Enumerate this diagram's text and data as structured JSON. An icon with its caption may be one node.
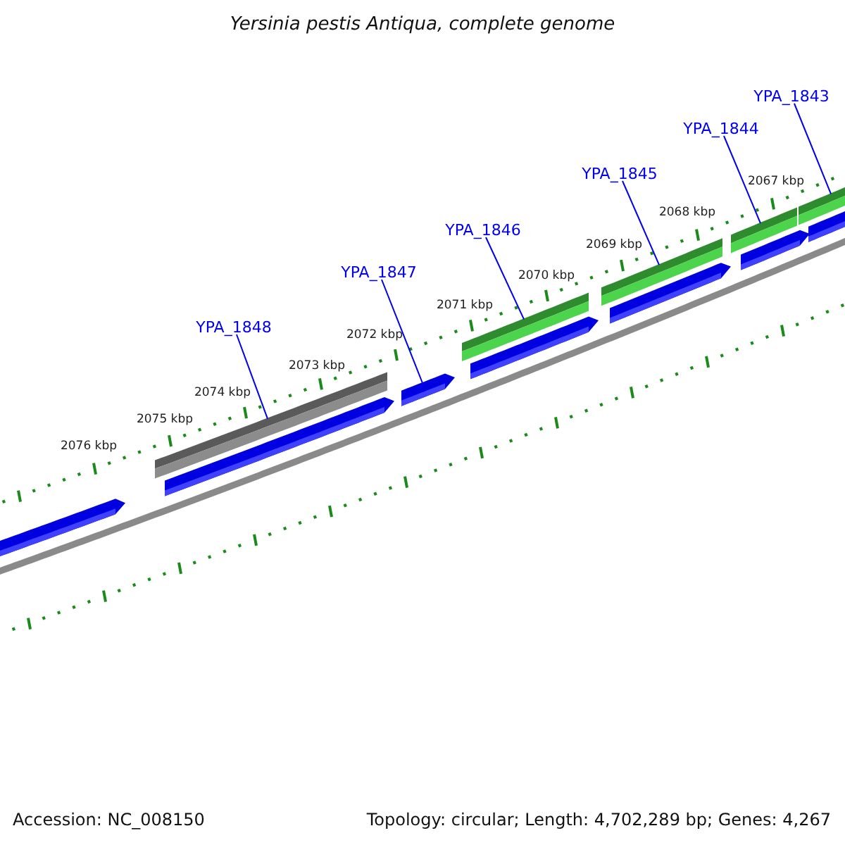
{
  "diagram": {
    "title": "Yersinia pestis Antiqua, complete genome",
    "nodes": [
      {
        "text": [
          "YPA_1848"
        ]
      },
      {
        "text": [
          "YPA_1847"
        ]
      },
      {
        "text": [
          "YPA_1846"
        ]
      },
      {
        "text": [
          "YPA_1845"
        ]
      },
      {
        "text": [
          "YPA_1844"
        ]
      },
      {
        "text": [
          "YPA_1843"
        ]
      },
      {
        "text": [],
        "shape": "pentagon"
      },
      {
        "text": [],
        "shape": "bar"
      },
      {
        "text": [],
        "shape": "pentagon"
      },
      {
        "text": [],
        "shape": "pentagon"
      },
      {
        "text": [],
        "shape": "bar"
      },
      {
        "text": [],
        "shape": "pentagon"
      },
      {
        "text": [],
        "shape": "bar"
      },
      {
        "text": [],
        "shape": "pentagon"
      },
      {
        "text": [],
        "shape": "bar"
      },
      {
        "text": [],
        "shape": "pentagon"
      },
      {
        "text": [],
        "shape": "bar"
      },
      {
        "text": [],
        "shape": "pentagon"
      }
    ],
    "edges": [
      {
        "from": 0,
        "to": 7,
        "arrow": "none"
      },
      {
        "from": 1,
        "to": 9,
        "arrow": "none"
      },
      {
        "from": 2,
        "to": 10,
        "arrow": "none"
      },
      {
        "from": 3,
        "to": 12,
        "arrow": "none"
      },
      {
        "from": 4,
        "to": 14,
        "arrow": "none"
      },
      {
        "from": 5,
        "to": 16,
        "arrow": "none"
      }
    ],
    "labels": [
      "2067 kbp",
      "2068 kbp",
      "2069 kbp",
      "2070 kbp",
      "2071 kbp",
      "2072 kbp",
      "2073 kbp",
      "2074 kbp",
      "2075 kbp",
      "2076 kbp",
      "Accession: NC_008150",
      "Topology: circular; Length: 4,702,289 bp; Genes: 4,267"
    ]
  }
}
